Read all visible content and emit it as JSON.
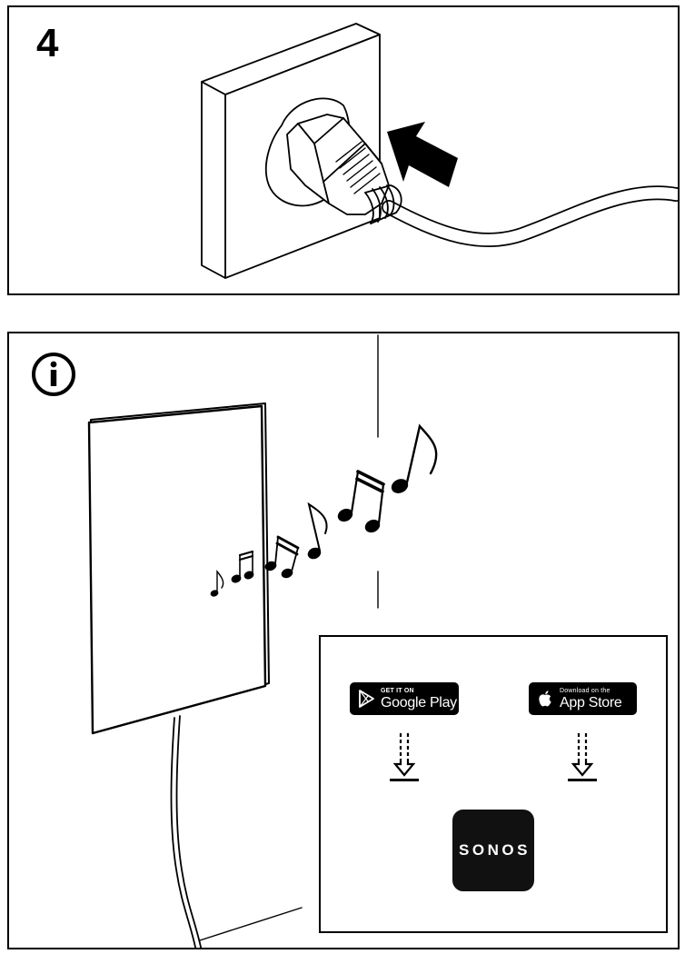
{
  "step": {
    "number": "4"
  },
  "info": {
    "icon": "info-icon"
  },
  "app_box": {
    "google_play": {
      "small": "GET IT ON",
      "big": "Google Play",
      "icon": "play-triangle-icon"
    },
    "app_store": {
      "small": "Download on the",
      "big": "App Store",
      "icon": "apple-logo-icon"
    },
    "download_arrow_icon": "dashed-down-arrow-icon",
    "app_logo": "SONOS"
  },
  "colors": {
    "ink": "#000000",
    "paper": "#ffffff",
    "tile": "#111111"
  }
}
